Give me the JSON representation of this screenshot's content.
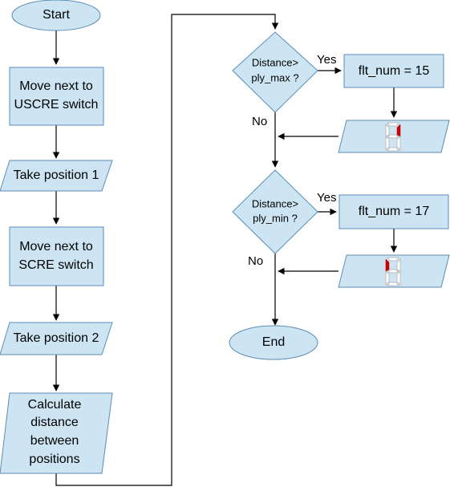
{
  "flowchart": {
    "start": "Start",
    "step_move_uscre": [
      "Move next to",
      "USCRE switch"
    ],
    "step_take_position_1": "Take position 1",
    "step_move_scre": [
      "Move next to",
      "SCRE switch"
    ],
    "step_take_position_2": "Take position 2",
    "step_calculate": [
      "Calculate",
      "distance",
      "between",
      "positions"
    ],
    "decision_max": [
      "Distance>",
      "ply_max ?"
    ],
    "decision_min": [
      "Distance>",
      "ply_min ?"
    ],
    "assign_15": "flt_num = 15",
    "assign_17": "flt_num = 17",
    "yes_label": "Yes",
    "no_label": "No",
    "end": "End"
  },
  "seven_segment_displays": {
    "display_1_lit_segment": "right-upper",
    "display_2_lit_segment": "left-upper"
  },
  "colors": {
    "shape_fill": "#cde4f3",
    "shape_stroke": "#5b8db6",
    "segment_on": "#d40000"
  }
}
